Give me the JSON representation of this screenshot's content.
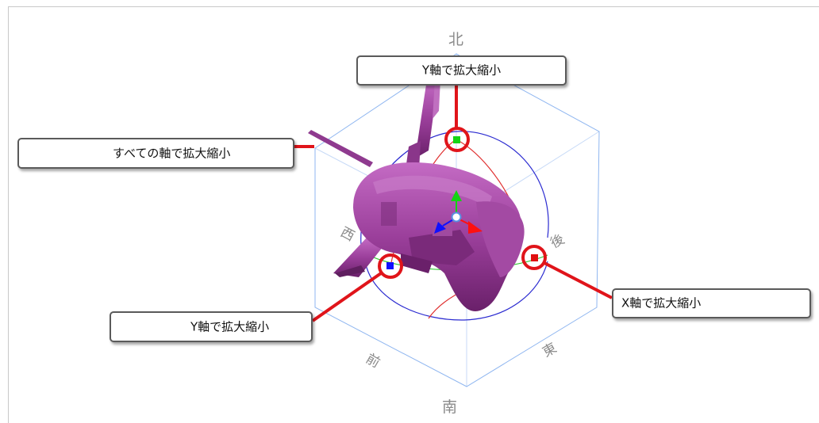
{
  "compass": {
    "north": "北",
    "south": "南",
    "west": "西",
    "east": "東",
    "front": "前",
    "back": "後"
  },
  "callouts": {
    "scale_y_top": "Y軸で拡大縮小",
    "scale_all_axes": "すべての軸で拡大縮小",
    "scale_y_left": "Y軸で拡大縮小",
    "scale_x": "X軸で拡大縮小"
  },
  "colors": {
    "model": "#9b3f9b",
    "bounding_box": "#8fb6f0",
    "highlight": "#e0141a",
    "axis_x": "#ff1010",
    "axis_y": "#14d414",
    "axis_z": "#1010ff",
    "arc_blue": "#2a2ad0",
    "arc_green": "#2ec82e",
    "arc_red": "#e03030"
  },
  "icons": {
    "model": "aircraft-model-icon",
    "gizmo": "scale-gizmo-icon"
  }
}
